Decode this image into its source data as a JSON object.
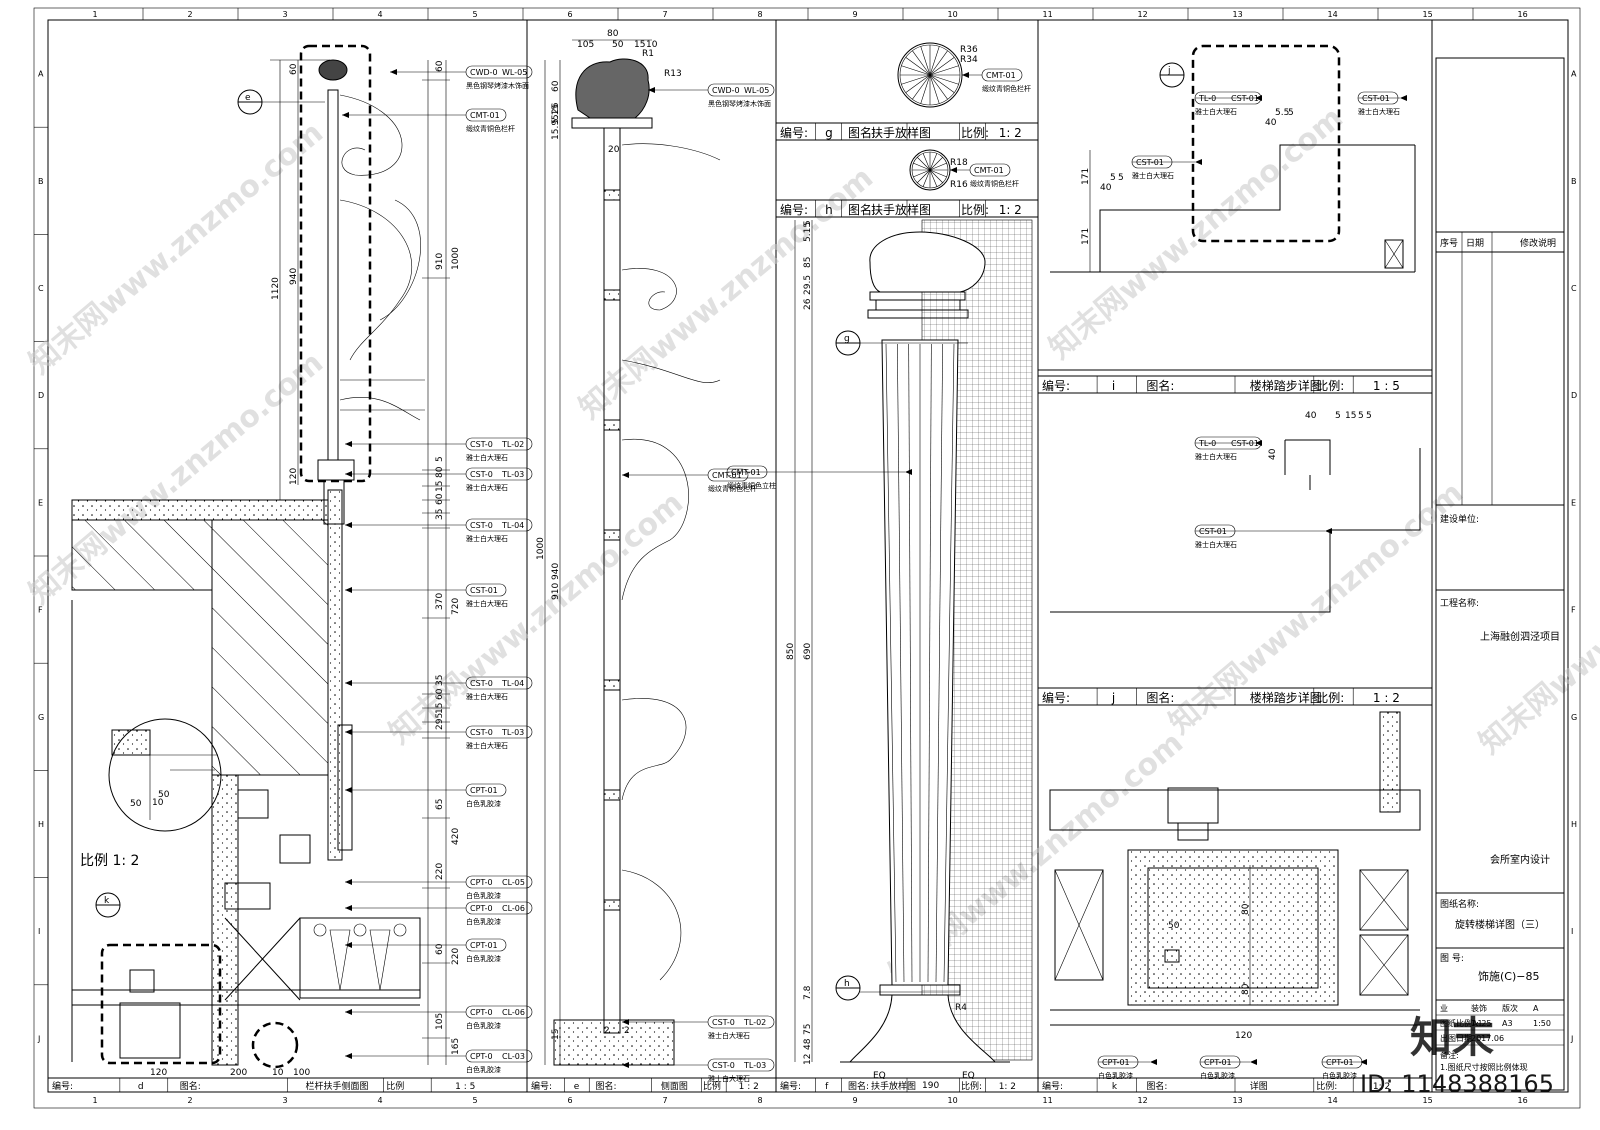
{
  "grid_cols": [
    "1",
    "2",
    "3",
    "4",
    "5",
    "6",
    "7",
    "8",
    "9",
    "10",
    "11",
    "12",
    "13",
    "14",
    "15",
    "16"
  ],
  "grid_rows": [
    "A",
    "B",
    "C",
    "D",
    "E",
    "F",
    "G",
    "H",
    "I",
    "J"
  ],
  "panels": {
    "d": {
      "tags": [
        {
          "code": "CWD-0",
          "suffix": "WL-05",
          "desc": "黑色钢琴烤漆木饰面"
        },
        {
          "code": "CMT-01",
          "desc": "缎纹青铜色栏杆"
        },
        {
          "code": "CST-0",
          "suffix": "TL-02",
          "desc": "雅士白大理石"
        },
        {
          "code": "CST-0",
          "suffix": "TL-03",
          "desc": "雅士白大理石"
        },
        {
          "code": "CST-0",
          "suffix": "TL-04",
          "desc": "雅士白大理石"
        },
        {
          "code": "CST-01",
          "desc": "雅士白大理石"
        },
        {
          "code": "CST-0",
          "suffix": "TL-04",
          "desc": "雅士白大理石"
        },
        {
          "code": "CST-0",
          "suffix": "TL-03",
          "desc": "雅士白大理石"
        },
        {
          "code": "CPT-01",
          "desc": "白色乳胶漆"
        },
        {
          "code": "CPT-0",
          "suffix": "CL-05",
          "desc": "白色乳胶漆"
        },
        {
          "code": "CPT-0",
          "suffix": "CL-06",
          "desc": "白色乳胶漆"
        },
        {
          "code": "CPT-01",
          "desc": "白色乳胶漆"
        },
        {
          "code": "CPT-0",
          "suffix": "CL-06",
          "desc": "白色乳胶漆"
        },
        {
          "code": "CPT-0",
          "suffix": "CL-03",
          "desc": "白色乳胶漆"
        }
      ],
      "dims_left": [
        "60",
        "940",
        "1120",
        "120"
      ],
      "dims_right_a": [
        "60",
        "910",
        "5",
        "80",
        "15",
        "60",
        "35",
        "370",
        "35",
        "60",
        "15",
        "295",
        "65",
        "220",
        "60",
        "105"
      ],
      "dims_right_b": [
        "1000",
        "720",
        "420",
        "220",
        "165"
      ],
      "bottom_dims": [
        "120",
        "200",
        "10",
        "100"
      ],
      "detail_dims": [
        "50",
        "50",
        "10"
      ],
      "detail_scale": "比例 1: 2",
      "callouts": [
        "e",
        "k"
      ],
      "title": {
        "label": "编号:",
        "id": "d",
        "name_label": "图名:",
        "name": "栏杆扶手侧面图",
        "scale_label": "比例",
        "scale": "1 : 5"
      }
    },
    "e": {
      "top_dims": [
        "80",
        "105",
        "50",
        "15",
        "10"
      ],
      "radii": [
        "R1",
        "R13"
      ],
      "left_dims": [
        "60",
        "26",
        "5.15",
        "15.95",
        "940",
        "1000",
        "910",
        "15"
      ],
      "inner_dims": [
        "20",
        "2",
        "2"
      ],
      "tags": [
        {
          "code": "CWD-0",
          "suffix": "WL-05",
          "desc": "黑色钢琴烤漆木饰面"
        },
        {
          "code": "CMT-01",
          "desc": "缎纹青铜色栏杆"
        },
        {
          "code": "CST-0",
          "suffix": "TL-02",
          "desc": "雅士白大理石"
        },
        {
          "code": "CST-0",
          "suffix": "TL-03",
          "desc": "雅士白大理石"
        }
      ],
      "title": {
        "label": "编号:",
        "id": "e",
        "name_label": "图名:",
        "name": "侧面图",
        "scale_label": "比例",
        "scale": "1 : 2"
      }
    },
    "g": {
      "radii": [
        "R36",
        "R34"
      ],
      "tag": {
        "code": "CMT-01",
        "desc": "缎纹青铜色栏杆"
      },
      "title": {
        "label": "编号:",
        "id": "g",
        "name_label": "图名:",
        "name": "扶手放样图",
        "scale_label": "比例:",
        "scale": "1: 2"
      }
    },
    "h": {
      "radii": [
        "R18",
        "R16"
      ],
      "tag": {
        "code": "CMT-01",
        "desc": "缎纹青铜色栏杆"
      },
      "title": {
        "label": "编号:",
        "id": "h",
        "name_label": "图名:",
        "name": "扶手放样图",
        "scale_label": "比例:",
        "scale": "1: 2"
      }
    },
    "f": {
      "dims_top": [
        "5",
        "5.15",
        "85",
        "29.5",
        "26"
      ],
      "dims_long": [
        "850",
        "690"
      ],
      "dims_bottom": [
        "7.8",
        "75",
        "48",
        "12"
      ],
      "bottom": [
        "EQ",
        "EQ",
        "190"
      ],
      "radius": "R4",
      "callouts": [
        "g",
        "h"
      ],
      "tag": {
        "code": "CMT-01",
        "desc": "缎纹青铜色立柱"
      },
      "title": {
        "label": "编号:",
        "id": "f",
        "name_label": "图名:",
        "name": "扶手放样图",
        "scale_label": "比例:",
        "scale": "1: 2"
      }
    },
    "i": {
      "dims": [
        "171",
        "171",
        "40",
        "5",
        "5",
        "40",
        "5.5",
        "5"
      ],
      "tags": [
        {
          "code": "TL-0",
          "suffix": "CST-01",
          "desc": "雅士白大理石"
        },
        {
          "code": "CST-01",
          "desc": "雅士白大理石"
        },
        {
          "code": "CST-01",
          "desc": "雅士白大理石"
        }
      ],
      "callout": "j",
      "title": {
        "label": "编号:",
        "id": "i",
        "name_label": "图名:",
        "name": "楼梯踏步详图",
        "scale_label": "比例:",
        "scale": "1 : 5"
      }
    },
    "j": {
      "dims": [
        "40",
        "5",
        "15",
        "5",
        "5",
        "40"
      ],
      "tags": [
        {
          "code": "TL-0",
          "suffix": "CST-01",
          "desc": "雅士白大理石"
        },
        {
          "code": "CST-01",
          "desc": "雅士白大理石"
        }
      ],
      "title": {
        "label": "编号:",
        "id": "j",
        "name_label": "图名:",
        "name": "楼梯踏步详图",
        "scale_label": "比例:",
        "scale": "1 : 2"
      }
    },
    "k": {
      "dims": [
        "80",
        "50",
        "80",
        "120"
      ],
      "tags": [
        {
          "code": "CPT-01",
          "desc": "白色乳胶漆"
        },
        {
          "code": "CPT-01",
          "desc": "白色乳胶漆"
        },
        {
          "code": "CPT-01",
          "desc": "白色乳胶漆"
        }
      ],
      "title": {
        "label": "编号:",
        "id": "k",
        "name_label": "图名:",
        "name": "详图",
        "scale_label": "比例:",
        "scale": "1: 2"
      }
    }
  },
  "title_block": {
    "revision_headers": [
      "序号",
      "日期",
      "修改说明"
    ],
    "client_label": "建设单位:",
    "project_label": "工程名称:",
    "project_name": "上海融创泗泾项目",
    "design_desc": "会所室内设计",
    "drawing_label": "图纸名称:",
    "drawing_name": "旋转楼梯详图（三）",
    "number_label": "图    号:",
    "drawing_number": "饰施(C)−85",
    "stamp_row1": [
      "业",
      "装饰",
      "版次",
      "A"
    ],
    "stamp_row2": [
      "图纸比例A1",
      "1: 25",
      "A3",
      "1:50"
    ],
    "stamp_row3": [
      "出图日期",
      "2017.06"
    ],
    "notes_label": "备注:",
    "notes_line1": "1.图纸尺寸按照比例体现"
  },
  "watermark": {
    "text": "知末网www.znzmo.com",
    "logo": "知末",
    "id_text": "ID: 1148388165"
  }
}
